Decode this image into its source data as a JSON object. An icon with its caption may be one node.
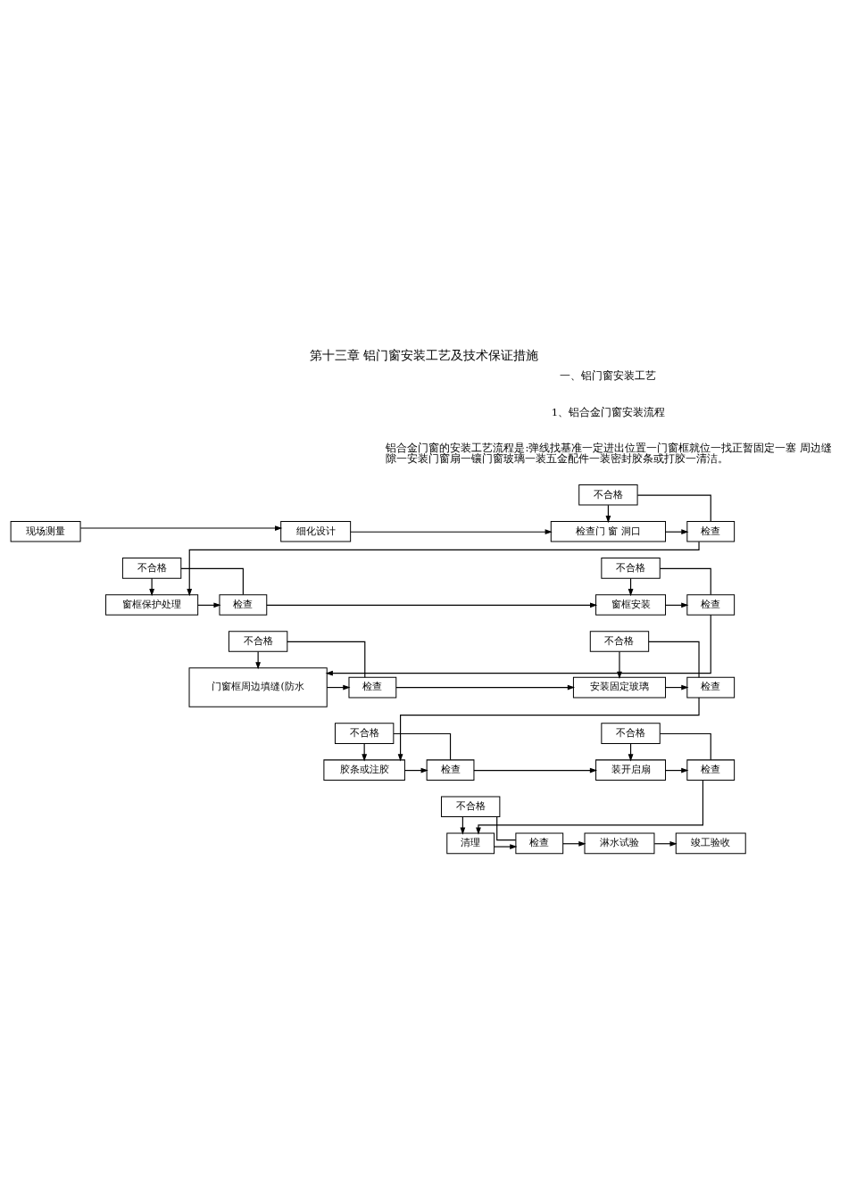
{
  "diagram": {
    "title": "第十三章 铝门窗安装工艺及技术保证措施",
    "nodes": [
      {
        "text": [
          "不合格"
        ]
      },
      {
        "text": [
          "现场测量"
        ]
      },
      {
        "text": [
          "细化设计"
        ]
      },
      {
        "text": [
          "检查门 窗 洞口"
        ]
      },
      {
        "text": [
          "检查"
        ]
      },
      {
        "text": [
          "不合格"
        ]
      },
      {
        "text": [
          "不合格"
        ]
      },
      {
        "text": [
          "窗框保护处理"
        ]
      },
      {
        "text": [
          "检查"
        ]
      },
      {
        "text": [
          "窗框安装"
        ]
      },
      {
        "text": [
          "检查"
        ]
      },
      {
        "text": [
          "不合格"
        ]
      },
      {
        "text": [
          "不合格"
        ]
      },
      {
        "text": [
          "门窗框周边填缝(防水"
        ]
      },
      {
        "text": [
          "检查"
        ]
      },
      {
        "text": [
          "安装固定玻璃"
        ]
      },
      {
        "text": [
          "检查"
        ]
      },
      {
        "text": [
          "不合格"
        ]
      },
      {
        "text": [
          "不合格"
        ]
      },
      {
        "text": [
          "胶条或注胶"
        ]
      },
      {
        "text": [
          "检查"
        ]
      },
      {
        "text": [
          "装开启扇"
        ]
      },
      {
        "text": [
          "检查"
        ]
      },
      {
        "text": [
          "不合格"
        ]
      },
      {
        "text": [
          "清理"
        ]
      },
      {
        "text": [
          "检查"
        ]
      },
      {
        "text": [
          "淋水试验"
        ]
      },
      {
        "text": [
          "竣工验收"
        ]
      }
    ],
    "edges": [
      {
        "from": 1,
        "to": 2,
        "arrow": "to"
      },
      {
        "from": 2,
        "to": 3,
        "arrow": "to"
      },
      {
        "from": 3,
        "to": 4,
        "arrow": "to"
      },
      {
        "from": 4,
        "to": 0,
        "arrow": "none"
      },
      {
        "from": 0,
        "to": 3,
        "arrow": "to"
      },
      {
        "from": 4,
        "to": 7,
        "arrow": "to"
      },
      {
        "from": 7,
        "to": 8,
        "arrow": "to"
      },
      {
        "from": 8,
        "to": 5,
        "arrow": "none"
      },
      {
        "from": 5,
        "to": 7,
        "arrow": "to"
      },
      {
        "from": 8,
        "to": 9,
        "arrow": "to"
      },
      {
        "from": 9,
        "to": 10,
        "arrow": "to"
      },
      {
        "from": 10,
        "to": 6,
        "arrow": "none"
      },
      {
        "from": 6,
        "to": 9,
        "arrow": "to"
      },
      {
        "from": 10,
        "to": 13,
        "arrow": "to"
      },
      {
        "from": 13,
        "to": 14,
        "arrow": "to"
      },
      {
        "from": 14,
        "to": 11,
        "arrow": "none"
      },
      {
        "from": 11,
        "to": 13,
        "arrow": "to"
      },
      {
        "from": 14,
        "to": 15,
        "arrow": "to"
      },
      {
        "from": 15,
        "to": 16,
        "arrow": "to"
      },
      {
        "from": 16,
        "to": 12,
        "arrow": "none"
      },
      {
        "from": 12,
        "to": 15,
        "arrow": "to"
      },
      {
        "from": 16,
        "to": 19,
        "arrow": "to"
      },
      {
        "from": 19,
        "to": 20,
        "arrow": "to"
      },
      {
        "from": 20,
        "to": 17,
        "arrow": "none"
      },
      {
        "from": 17,
        "to": 19,
        "arrow": "to"
      },
      {
        "from": 20,
        "to": 21,
        "arrow": "to"
      },
      {
        "from": 21,
        "to": 22,
        "arrow": "to"
      },
      {
        "from": 22,
        "to": 18,
        "arrow": "none"
      },
      {
        "from": 18,
        "to": 21,
        "arrow": "to"
      },
      {
        "from": 22,
        "to": 24,
        "arrow": "to"
      },
      {
        "from": 24,
        "to": 25,
        "arrow": "to"
      },
      {
        "from": 25,
        "to": 23,
        "arrow": "none"
      },
      {
        "from": 23,
        "to": 24,
        "arrow": "to"
      },
      {
        "from": 25,
        "to": 26,
        "arrow": "to"
      },
      {
        "from": 26,
        "to": 27,
        "arrow": "to"
      }
    ],
    "labels": [
      "一、铝门窗安装工艺",
      "1、铝合金门窗安装流程",
      "铝合金门窗的安装工艺流程是:弹线找基准一定进出位置一门窗框就位一找正暂固定一塞 周边缝隙一安装门窗扇一镶门窗玻璃一装五金配件一装密封胶条或打胶一清洁。"
    ]
  }
}
